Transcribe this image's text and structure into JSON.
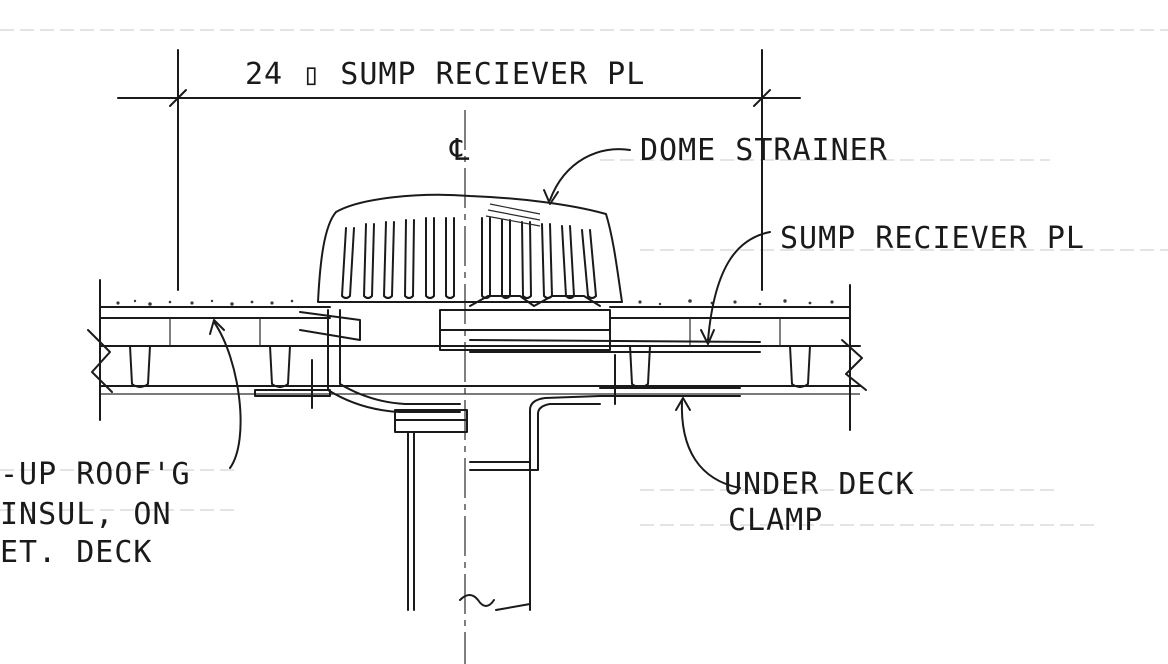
{
  "labels": {
    "dimension": "24 ▯ SUMP RECIEVER PL",
    "centerline": "℄",
    "dome_strainer": "DOME STRAINER",
    "sump_receiver": "SUMP RECIEVER PL",
    "roofing_line1": "-UP ROOF'G",
    "roofing_line2": "INSUL, ON",
    "roofing_line3": "ET. DECK",
    "clamp_line1": "UNDER DECK",
    "clamp_line2": "CLAMP"
  },
  "colors": {
    "ink": "#1a1a1a",
    "paper": "#ffffff"
  }
}
